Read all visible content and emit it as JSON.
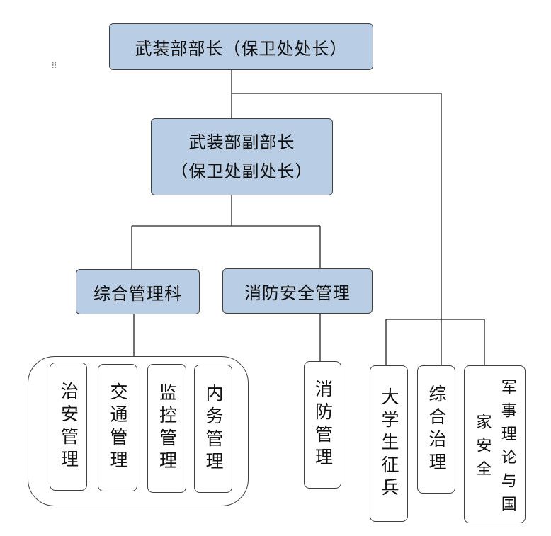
{
  "nodes": {
    "head": "武装部部长（保卫处处长）",
    "deputy_line1": "武装部副部长",
    "deputy_line2": "（保卫处副处长）",
    "comprehensive": "综合管理科",
    "fire_safety": "消防安全管理",
    "public_security": "治安管理",
    "traffic": "交通管理",
    "monitoring": "监控管理",
    "internal_affairs": "内务管理",
    "fire": "消防管理",
    "conscription": "大学生征兵",
    "comprehensive_governance": "综合治理",
    "military_security_theory": "军事理论与国家安全"
  },
  "colors": {
    "box_fill": "#b9cde4",
    "border": "#3f3f3f",
    "line": "#222222"
  },
  "icons": {
    "drag_handle": "⠿"
  }
}
